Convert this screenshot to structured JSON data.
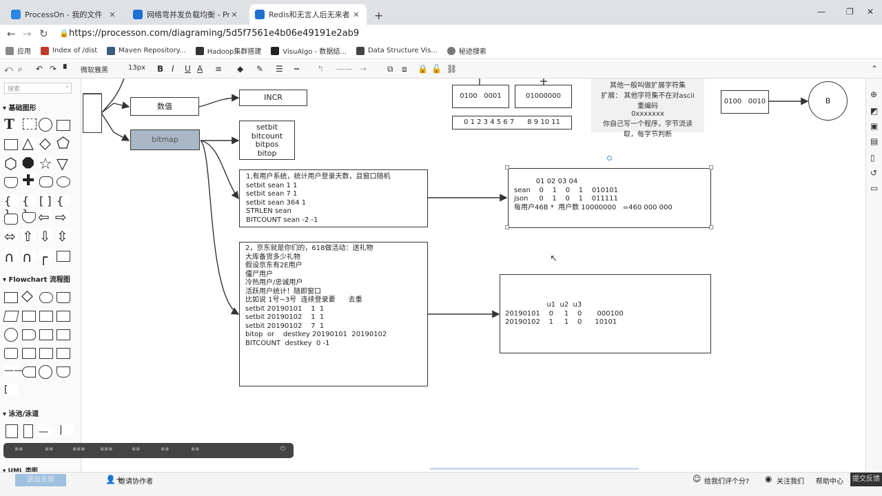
{
  "tabs": [
    {
      "title": "ProcessOn - 我的文件",
      "color": "#2d87e2"
    },
    {
      "title": "网络弯并发负载均衡 - ProcessOn",
      "color": "#1f6fd1"
    },
    {
      "title": "Redis和无言人后无来者 - ProcessOn",
      "color": "#1f6fd1"
    }
  ],
  "new_tab": "+",
  "url": "https://processon.com/diagraming/5d5f7561e4b06e49191e2ab9",
  "bookmarks": [
    {
      "label": "应用",
      "color": "#777"
    },
    {
      "label": "Index of /dist",
      "color": "#c0392b"
    },
    {
      "label": "Maven Repository...",
      "color": "#3d5a80"
    },
    {
      "label": "Hadoop集群搭建",
      "color": "#333"
    },
    {
      "label": "VisuAlgo - 数据结...",
      "color": "#222"
    },
    {
      "label": "Data Structure Vis...",
      "color": "#444"
    },
    {
      "label": "秘迹搜索",
      "color": "#666"
    }
  ],
  "toolbar": {
    "font": "微软雅黑",
    "size": "13px"
  },
  "sidebar": {
    "search_placeholder": "搜索",
    "sections": [
      "基础图形",
      "Flowchart 流程图",
      "泳池/泳道",
      "UML 类图"
    ]
  },
  "canvas": {
    "shuzhi": "数值",
    "incr": "INCR",
    "bitmap": "bitmap",
    "bitcmds": [
      "setbit",
      "bitcount",
      "bitpos",
      "bitop"
    ],
    "case1": [
      "1,有用户系统，统计用户登录天数，且窗口随机",
      "setbit sean 1 1",
      "setbit sean 7 1",
      "setbit sean 364 1",
      "STRLEN sean",
      "BITCOUNT sean -2 -1"
    ],
    "calc1": [
      "          01 02 03 04",
      "sean    0    1    0    1    010101",
      "json     0    1    0    1    011111",
      "",
      "每用户46B *  用户数 10000000   =460 000 000"
    ],
    "case2": [
      "2，京东就是你们的，618做活动：送礼物",
      "大库备货多少礼物",
      "假设京东有2E用户",
      "",
      "僵尸用户",
      "冷热用户/忠诚用户",
      "",
      "活跃用户统计！随即窗口",
      "比如说 1号~3号  连续登录要      去重",
      "",
      "",
      "setbit 20190101    1  1",
      "setbit 20190102    1  1",
      "setbit 20190102    7  1",
      "bitop  or    destkey 20190101  20190102",
      "BITCOUNT  destkey  0 -1"
    ],
    "calc2": [
      "                   u1  u2  u3",
      "20190101    0     1    0       000100",
      "20190102    1     1    0      10101"
    ],
    "bin1": "0100   0001",
    "bin2": "01000000",
    "bin3": "0 1 2 3 4 5 6 7      8 9 10 11",
    "note": [
      "其他一般叫做扩展字符集",
      "扩展：  其他字符集不在对ascii",
      "重编码",
      "0xxxxxxx",
      "你自己写一个程序，字节流读",
      "取，每字节判断"
    ],
    "bin4": "0100   0010",
    "circle": "B"
  },
  "bottombar": {
    "fullscreen": "退出全屏",
    "invite": "邀请协作者",
    "rate": "给我们评个分?",
    "follow": "关注我们",
    "help": "帮助中心",
    "submit": "提交反馈"
  }
}
